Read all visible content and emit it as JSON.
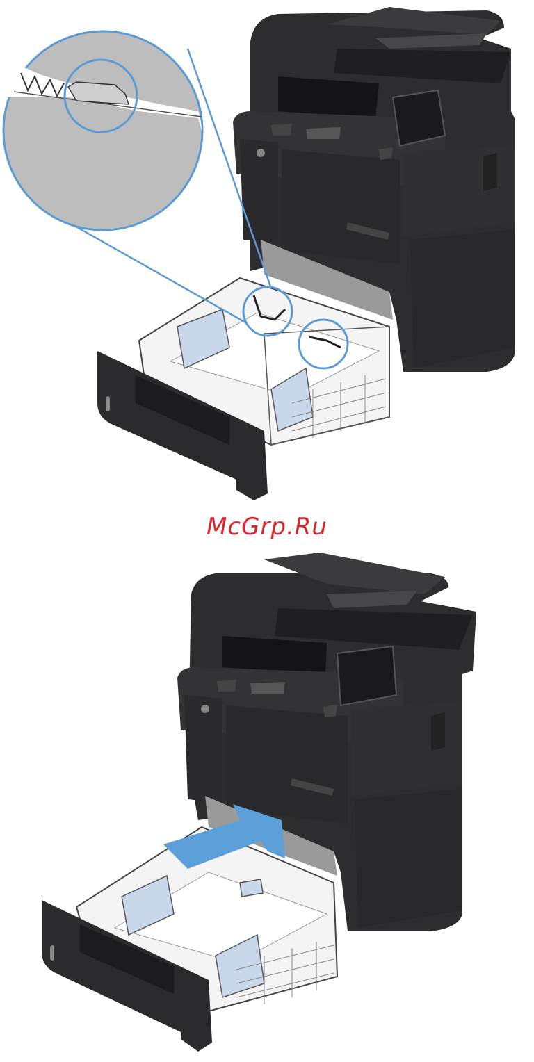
{
  "page": {
    "watermark": "McGrp.Ru"
  },
  "illustrations": [
    {
      "name": "printer-tray-guide-detail",
      "callout": "magnified-paper-height-tab"
    },
    {
      "name": "printer-tray-insert",
      "arrow": "push-tray-in"
    }
  ],
  "colors": {
    "callout": "#5b9bd5",
    "arrow": "#5b9fd8",
    "printer_body": "#2d2d2f",
    "guides": "#c8d7ea",
    "watermark": "#d8282d"
  }
}
